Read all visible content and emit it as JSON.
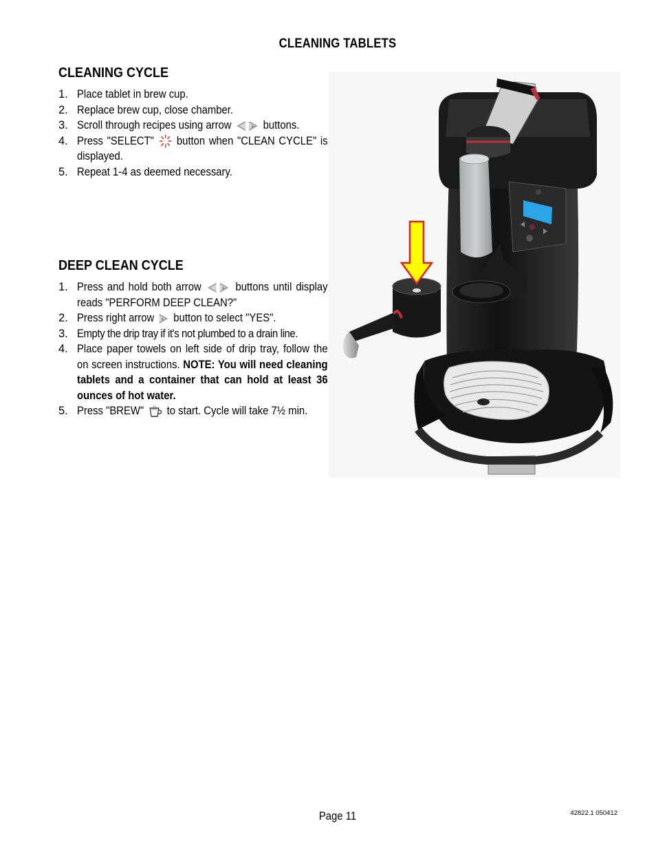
{
  "page": {
    "title": "CLEANING TABLETS",
    "page_number": "Page 11",
    "doc_code": "42822.1 050412"
  },
  "cleaning_cycle": {
    "heading": "CLEANING CYCLE",
    "steps": [
      {
        "num": "1.",
        "text": "Place tablet in brew cup."
      },
      {
        "num": "2.",
        "text": "Replace brew cup, close chamber."
      },
      {
        "num": "3.",
        "before": "Scroll through recipes using arrow",
        "after": "buttons."
      },
      {
        "num": "4.",
        "before": "Press \"SELECT\"",
        "after": "button when \"CLEAN CYCLE\" is displayed."
      },
      {
        "num": "5.",
        "text": "Repeat 1-4 as deemed necessary."
      }
    ]
  },
  "deep_clean_cycle": {
    "heading": "DEEP CLEAN CYCLE",
    "steps": [
      {
        "num": "1.",
        "before": "Press and hold both arrow",
        "after": "buttons until display reads \"PERFORM DEEP CLEAN?\""
      },
      {
        "num": "2.",
        "before": "Press right arrow",
        "after": "button to select \"YES\"."
      },
      {
        "num": "3.",
        "text": "Empty the drip tray if it's not plumbed to a drain line."
      },
      {
        "num": "4.",
        "text": "Place paper towels on left side of drip tray, follow the on screen instructions.",
        "note": "NOTE: You will need cleaning tablets and a container that can hold at least 36 ounces of hot water."
      },
      {
        "num": "5.",
        "before": "Press \"BREW\"",
        "after": "to start. Cycle will take 7½ min."
      }
    ]
  },
  "icons": {
    "arrows": "left-right-arrow-buttons-icon",
    "select": "select-sunburst-icon",
    "right_arrow": "right-arrow-button-icon",
    "brew": "coffee-cup-icon",
    "highlight_arrow": "down-arrow-indicator-icon"
  },
  "colors": {
    "indicator_arrow_fill": "#ffff00",
    "indicator_arrow_stroke": "#e02020",
    "select_icon": "#e03030",
    "display_screen": "#2aa6e8"
  }
}
